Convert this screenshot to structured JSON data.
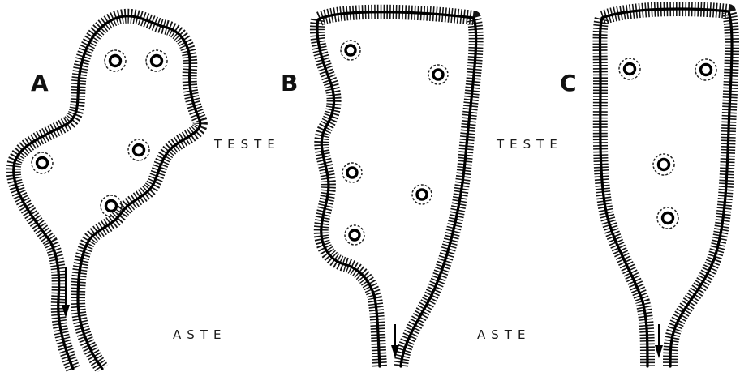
{
  "panels": [
    {
      "letter": "A",
      "head_label": "TESTE",
      "stem_label": "ASTE"
    },
    {
      "letter": "B",
      "head_label": "TESTE",
      "stem_label": "ASTE"
    },
    {
      "letter": "C",
      "head_label": "",
      "stem_label": ""
    }
  ],
  "colors": {
    "ink": "#000000",
    "paper": "#ffffff"
  }
}
